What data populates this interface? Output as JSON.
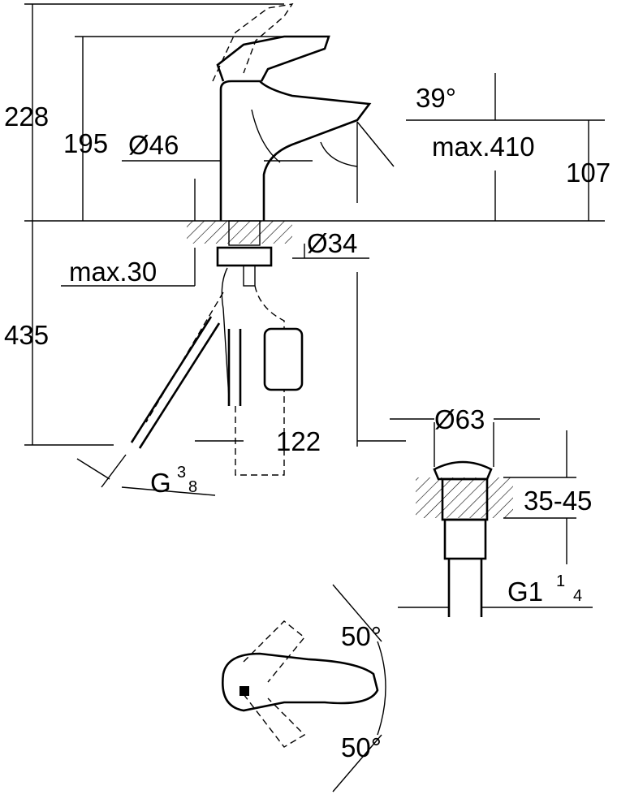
{
  "drawing": {
    "dimensions": {
      "total_height": "228",
      "spout_height": "195",
      "body_diameter": "Ø46",
      "lever_angle": "39°",
      "max_projection": "max.410",
      "spout_outlet_height": "107",
      "shank_diameter": "Ø34",
      "max_deck_thickness": "max.30",
      "below_deck_length": "435",
      "filter_offset": "122",
      "hose_thread_main": "G",
      "hose_thread_num": "3",
      "hose_thread_den": "8",
      "waste_diameter": "Ø63",
      "basin_thickness": "35-45",
      "waste_thread_main": "G1",
      "waste_thread_num": "1",
      "waste_thread_den": "4",
      "rotation_left": "50°",
      "rotation_right": "50°"
    }
  }
}
